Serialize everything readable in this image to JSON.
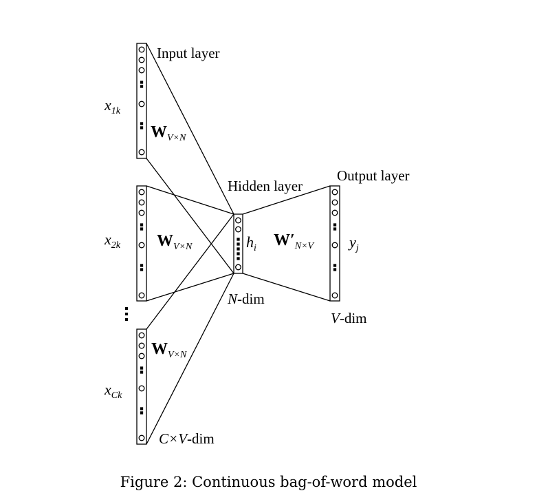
{
  "input_layer_label": "Input layer",
  "hidden_layer_label": "Hidden layer",
  "output_layer_label": "Output layer",
  "input_vectors": [
    {
      "var": "x",
      "sub": "1k"
    },
    {
      "var": "x",
      "sub": "2k"
    },
    {
      "var": "x",
      "sub": "Ck"
    }
  ],
  "weight_in": {
    "main": "W",
    "sub": "V×N"
  },
  "weight_out": {
    "main": "W′",
    "sub": "N×V"
  },
  "hidden_var": {
    "var": "h",
    "sub": "i"
  },
  "output_var": {
    "var": "y",
    "sub": "j"
  },
  "hidden_dim": {
    "var": "N",
    "rest": "-dim"
  },
  "output_dim": {
    "var": "V",
    "rest": "-dim"
  },
  "input_dim": {
    "pre": "C×",
    "var": "V",
    "rest": "-dim"
  },
  "caption": "Figure 2: Continuous bag-of-word model"
}
